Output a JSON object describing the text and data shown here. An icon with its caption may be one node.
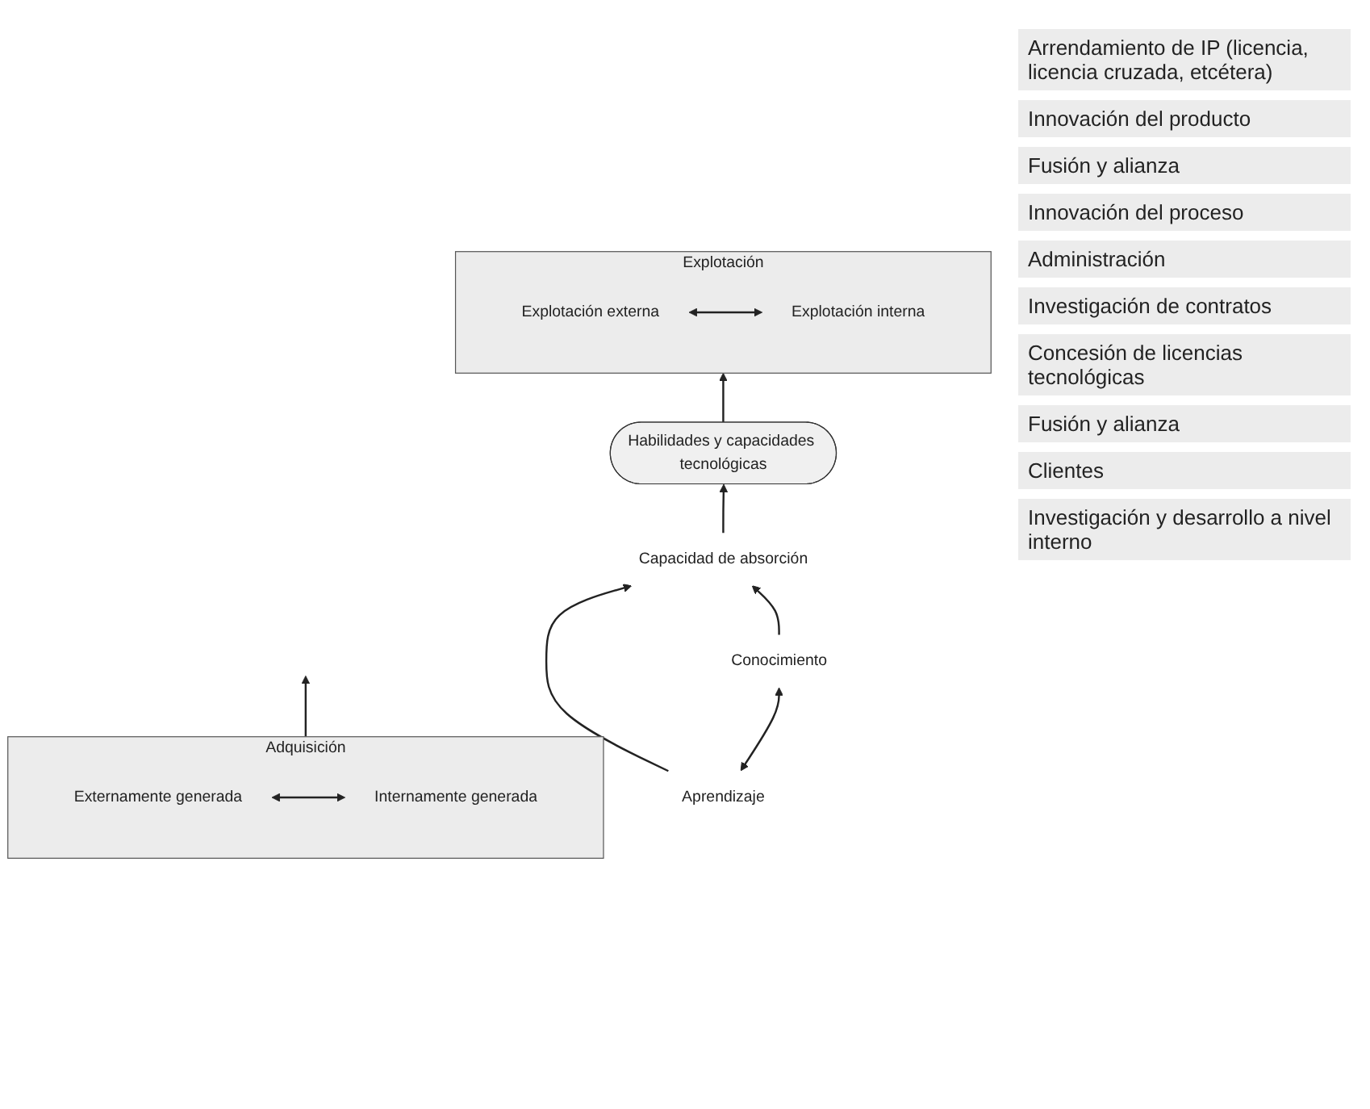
{
  "diagram": {
    "nodes": [
      {
        "text": [
          "Explotación"
        ]
      },
      {
        "text": [
          "Explotación externa"
        ],
        "in": 0
      },
      {
        "text": [
          "Explotación interna"
        ],
        "in": 0
      },
      {
        "text": [
          "Habilidades y capacidades tecnológicas"
        ]
      },
      {
        "text": [
          "Capacidad de absorción"
        ]
      },
      {
        "text": [
          "Conocimiento"
        ]
      },
      {
        "text": [
          "Aprendizaje"
        ]
      },
      {
        "text": [
          "Adquisición"
        ]
      },
      {
        "text": [
          "Externamente generada"
        ],
        "in": 7
      },
      {
        "text": [
          "Internamente generada"
        ],
        "in": 7
      }
    ],
    "edges": [
      {
        "from": 1,
        "to": 2,
        "arrow": "both"
      },
      {
        "from": 3,
        "to": 0,
        "arrow": "to"
      },
      {
        "from": 4,
        "to": 3,
        "arrow": "to"
      },
      {
        "from": 5,
        "to": 4,
        "arrow": "to"
      },
      {
        "from": 6,
        "to": 4,
        "arrow": "to"
      },
      {
        "from": 5,
        "to": 6,
        "arrow": "both"
      },
      {
        "from": 7,
        "to": null,
        "arrow": "to"
      },
      {
        "from": 8,
        "to": 9,
        "arrow": "both"
      }
    ],
    "labels": [
      "Arrendamiento de IP (licencia, licencia cruzada, etcétera)",
      "Innovación del producto",
      "Fusión y alianza",
      "Innovación del proceso",
      "Administración",
      "Investigación de contratos",
      "Concesión de licencias tecnológicas",
      "Fusión y alianza",
      "Clientes",
      "Investigación y desarrollo a nivel interno"
    ]
  }
}
